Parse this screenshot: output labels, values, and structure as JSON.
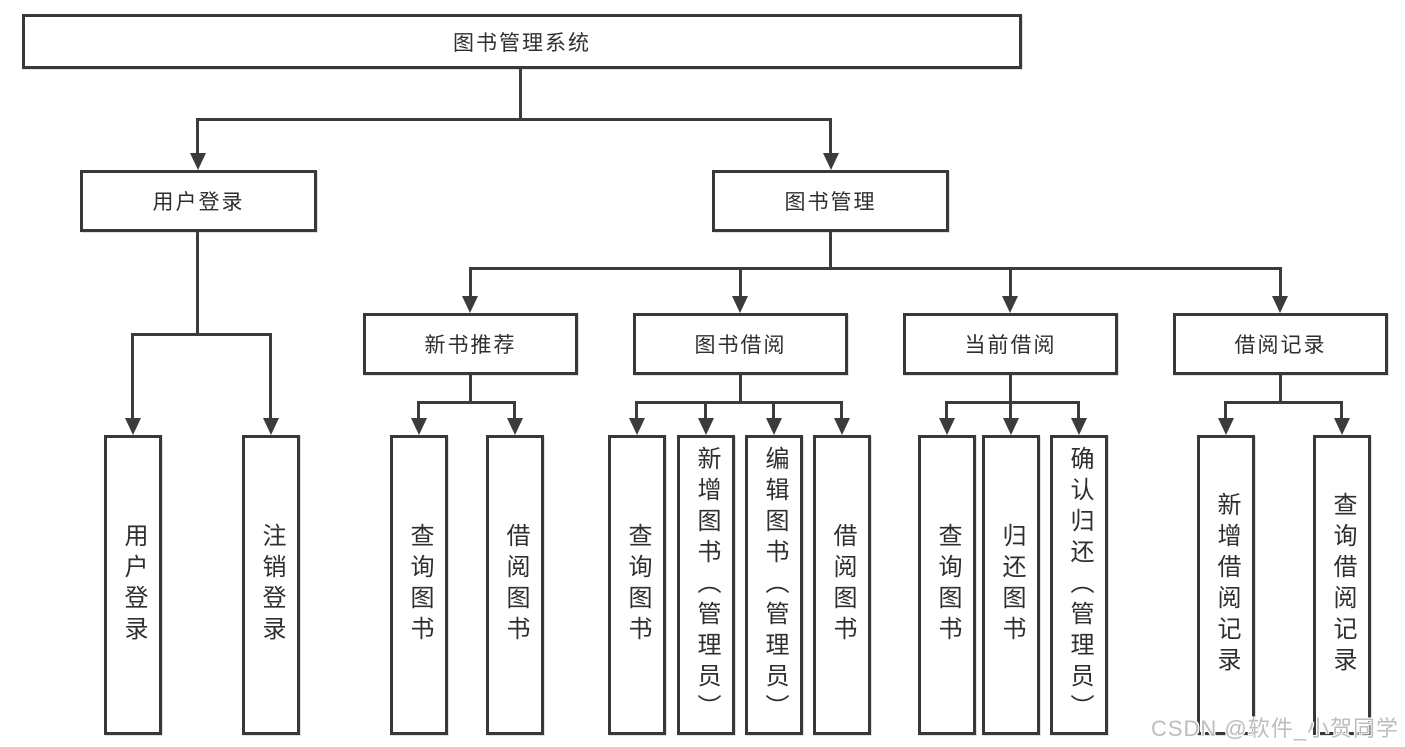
{
  "diagram": {
    "root_label": "图书管理系统",
    "level2": {
      "user_login": "用户登录",
      "book_mgmt": "图书管理"
    },
    "level3": {
      "new_books": "新书推荐",
      "borrow": "图书借阅",
      "current": "当前借阅",
      "records": "借阅记录"
    },
    "leaves": {
      "login": [
        "用户登录",
        "注销登录"
      ],
      "new_books": [
        "查询图书",
        "借阅图书"
      ],
      "borrow": [
        "查询图书",
        "新增图书（管理员）",
        "编辑图书（管理员）",
        "借阅图书"
      ],
      "current": [
        "查询图书",
        "归还图书",
        "确认归还（管理员）"
      ],
      "records": [
        "新增借阅记录",
        "查询借阅记录"
      ]
    }
  },
  "watermark": "CSDN @软件_小贺同学",
  "colors": {
    "line": "#3b3b3b",
    "text": "#2f2f2f",
    "watermark": "#bdbdbd",
    "background": "#ffffff"
  }
}
